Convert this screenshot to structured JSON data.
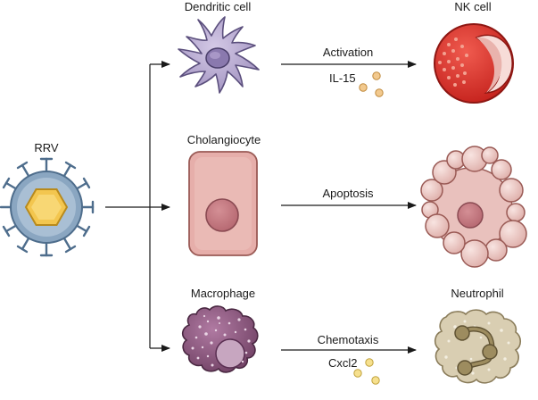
{
  "figure": {
    "source": {
      "label": "RRV"
    },
    "cells": {
      "dendritic": "Dendritic cell",
      "nk": "NK cell",
      "cholangiocyte": "Cholangiocyte",
      "macrophage": "Macrophage",
      "neutrophil": "Neutrophil"
    },
    "arrows": {
      "top": {
        "label": "Activation",
        "mediator": "IL-15"
      },
      "middle": {
        "label": "Apoptosis"
      },
      "bottom": {
        "label": "Chemotaxis",
        "mediator": "Cxcl2"
      }
    }
  },
  "colors": {
    "line": "#1a1a1a",
    "virus_membrane": "#8aa6c1",
    "virus_core": "#f3c64f",
    "dendritic": "#b9abd0",
    "nk_cell": "#d9302a",
    "cholangiocyte": "#e6aeaa",
    "apoptotic": "#e9c1bd",
    "macrophage": "#8e5a80",
    "neutrophil": "#d9ceb2",
    "cytokine": "#f2c98e"
  }
}
